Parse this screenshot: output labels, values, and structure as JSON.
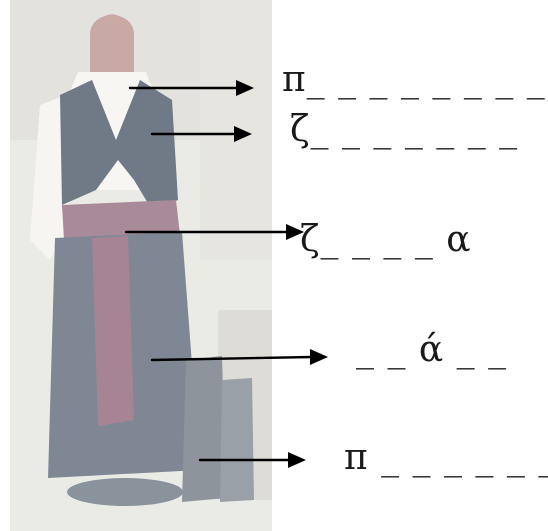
{
  "labels": [
    "π_ _ _ _ _ _ _ _",
    "ζ_ _ _ _ _ _ _",
    "ζ_ _ _ _ α",
    "_ _ ά _ _",
    "π _ _ _ _ _ _"
  ],
  "colors": {
    "background": "#ffffff",
    "arrow": "#000000",
    "text": "#1a1a1a"
  }
}
